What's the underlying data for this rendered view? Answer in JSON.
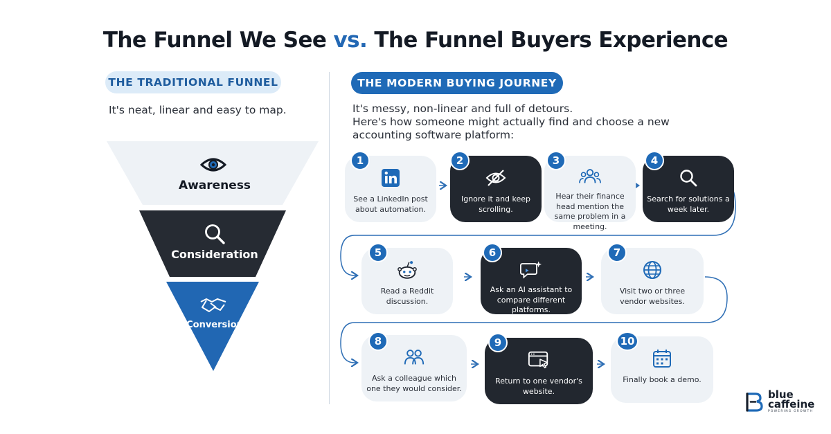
{
  "header": {
    "title_part1": "The Funnel We See ",
    "title_vs": "vs.",
    "title_part2": " The Funnel Buyers Experience"
  },
  "left": {
    "pill": "THE TRADITIONAL FUNNEL",
    "subtitle": "It's neat, linear and easy to map.",
    "stages": [
      {
        "label": "Awareness",
        "icon": "eye-icon"
      },
      {
        "label": "Consideration",
        "icon": "magnifier-icon"
      },
      {
        "label": "Conversion",
        "icon": "handshake-icon"
      }
    ]
  },
  "right": {
    "pill": "THE MODERN BUYING JOURNEY",
    "subtitle_line1": "It's messy, non-linear and full of detours.",
    "subtitle_line2": "Here's how someone might actually find and choose a new accounting software platform:",
    "steps": [
      {
        "num": "1",
        "text": "See a LinkedIn post about automation.",
        "icon": "linkedin-icon",
        "style": "light"
      },
      {
        "num": "2",
        "text": "Ignore it and keep scrolling.",
        "icon": "eye-off-icon",
        "style": "dark"
      },
      {
        "num": "3",
        "text": "Hear their finance head mention the same problem in a meeting.",
        "icon": "people-icon",
        "style": "light"
      },
      {
        "num": "4",
        "text": "Search for solutions a week later.",
        "icon": "search-icon",
        "style": "dark"
      },
      {
        "num": "5",
        "text": "Read a Reddit discussion.",
        "icon": "reddit-icon",
        "style": "light"
      },
      {
        "num": "6",
        "text": "Ask an AI assistant to compare different platforms.",
        "icon": "ai-chat-icon",
        "style": "dark"
      },
      {
        "num": "7",
        "text": "Visit two or three vendor websites.",
        "icon": "globe-icon",
        "style": "light"
      },
      {
        "num": "8",
        "text": "Ask a colleague which one they would consider.",
        "icon": "colleagues-icon",
        "style": "light"
      },
      {
        "num": "9",
        "text": "Return to one vendor's website.",
        "icon": "browser-cursor-icon",
        "style": "dark"
      },
      {
        "num": "10",
        "text": "Finally book a demo.",
        "icon": "calendar-icon",
        "style": "light"
      }
    ]
  },
  "logo": {
    "line1": "blue",
    "line2": "caffeine",
    "tagline": "POWERING GROWTH"
  },
  "colors": {
    "accent": "#1f6ab7",
    "dark": "#22272f",
    "light": "#eef2f6",
    "pale": "#dcebf8"
  }
}
